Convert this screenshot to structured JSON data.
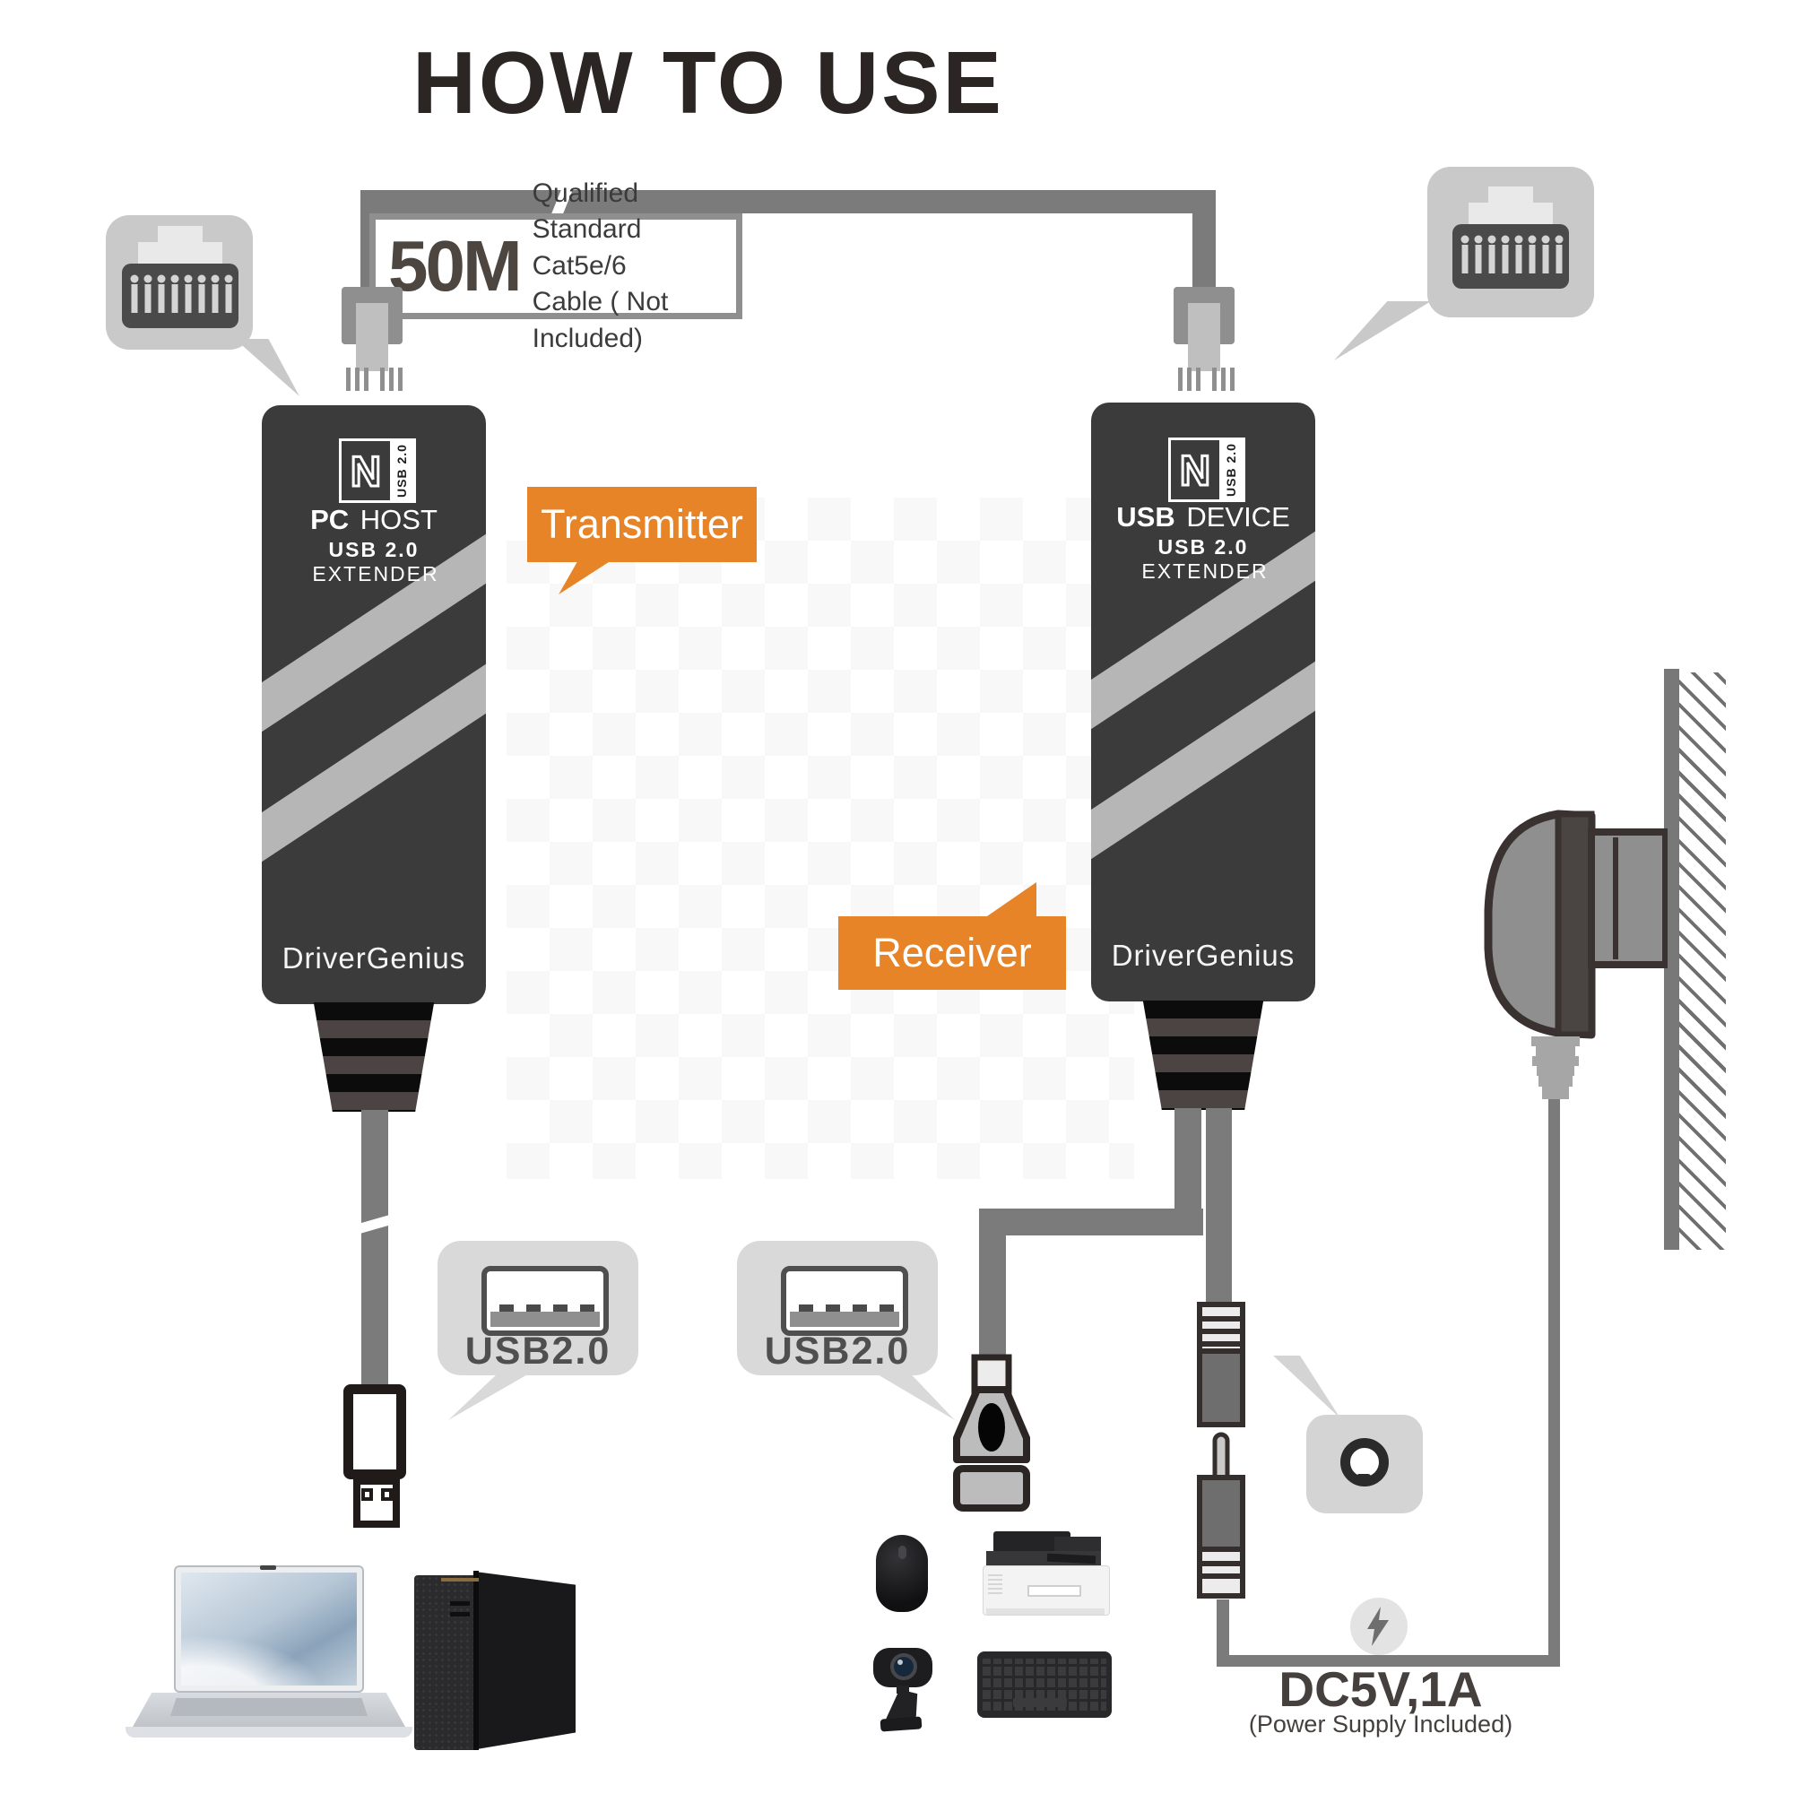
{
  "title": "HOW TO USE",
  "cable_spec": {
    "distance": "50M",
    "desc_line1": "Qualified Standard Cat5e/6",
    "desc_line2": "Cable ( Not Included)"
  },
  "transmitter": {
    "callout_label": "Transmitter",
    "logo_letter": "N",
    "logo_side_text": "USB 2.0",
    "role_bold": "PC",
    "role_rest": "HOST",
    "model_bold": "USB 2.0",
    "model_rest": "EXTENDER",
    "brand": "DriverGenius"
  },
  "receiver": {
    "callout_label": "Receiver",
    "logo_letter": "N",
    "logo_side_text": "USB 2.0",
    "role_bold": "USB",
    "role_rest": "DEVICE",
    "model_bold": "USB 2.0",
    "model_rest": "EXTENDER",
    "brand": "DriverGenius"
  },
  "ports": {
    "usb_label_left": "USB2.0",
    "usb_label_mid": "USB2.0"
  },
  "power": {
    "spec": "DC5V,1A",
    "note": "(Power Supply Included)"
  },
  "colors": {
    "accent_orange": "#E78428",
    "device_body": "#3B3B3B",
    "cable_gray": "#7B7B7B",
    "callout_gray": "#D9D9D9",
    "title_color": "#2B2523"
  }
}
